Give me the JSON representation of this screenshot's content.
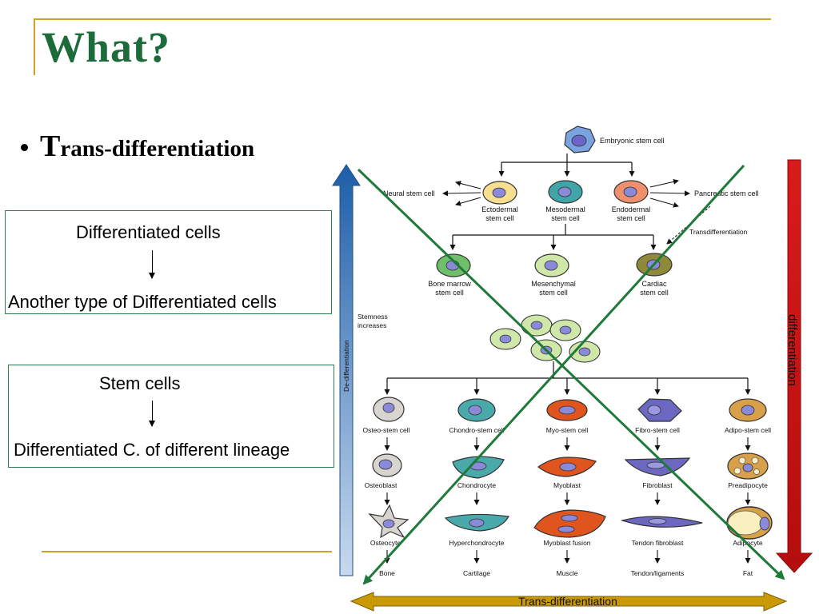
{
  "slide": {
    "title": "What?",
    "bullet": {
      "initial": "T",
      "rest": "rans-differentiation"
    }
  },
  "box1": {
    "top_text": "Differentiated cells",
    "bottom_text": "Another type of Differentiated cells"
  },
  "box2": {
    "top_text": "Stem cells",
    "bottom_text": "Differentiated C. of different lineage"
  },
  "diagram": {
    "embryonic": "Embryonic stem cell",
    "neural": "Neural stem cell",
    "pancreatic": "Pancreatic stem cell",
    "ectodermal": [
      "Ectodermal",
      "stem cell"
    ],
    "mesodermal": [
      "Mesodermal",
      "stem cell"
    ],
    "endodermal": [
      "Endodermal",
      "stem cell"
    ],
    "transdifferentiation_note": "Transdifferentiation",
    "bone_marrow": [
      "Bone marrow",
      "stem cell"
    ],
    "mesenchymal": [
      "Mesenchymal",
      "stem cell"
    ],
    "cardiac": [
      "Cardiac",
      "stem cell"
    ],
    "stemness": [
      "Stemness",
      "increases"
    ],
    "dedifferentiation": "De-differentiation",
    "differentiation": "differentiation",
    "trans_differentiation_axis": "Trans-differentiation",
    "lineages": [
      {
        "stem": "Osteo-stem cell",
        "stage2": "Osteoblast",
        "stage3": "Osteocyte",
        "tissue": "Bone"
      },
      {
        "stem": "Chondro-stem cell",
        "stage2": "Chondrocyte",
        "stage3": "Hyperchondrocyte",
        "tissue": "Cartilage"
      },
      {
        "stem": "Myo-stem cell",
        "stage2": "Myoblast",
        "stage3": "Myoblast fusion",
        "tissue": "Muscle"
      },
      {
        "stem": "Fibro-stem cell",
        "stage2": "Fibroblast",
        "stage3": "Tendon fibroblast",
        "tissue": "Tendon/ligaments"
      },
      {
        "stem": "Adipo-stem cell",
        "stage2": "Preadipocyte",
        "stage3": "Adipocyte",
        "tissue": "Fat"
      }
    ]
  },
  "colors": {
    "title_green": "#1c6b3a",
    "rule_gold": "#c9a227",
    "cross_green": "#1f7a3a",
    "dedifferentiation_blue": "#2a6db5",
    "differentiation_red": "#cc1111",
    "trans_axis_gold": "#c99a06"
  }
}
